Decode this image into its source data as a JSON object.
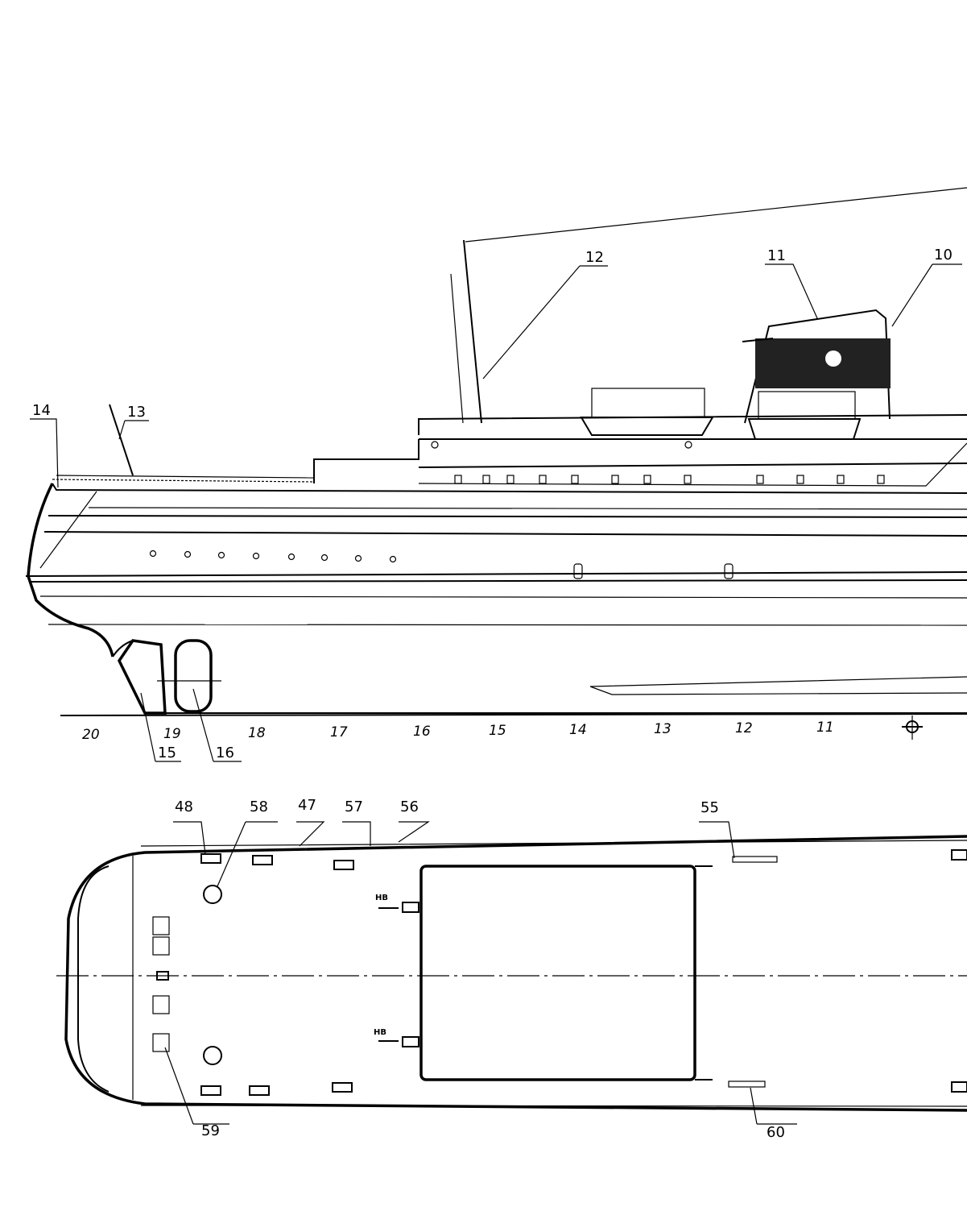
{
  "profile_callouts": [
    "14",
    "13",
    "12",
    "11",
    "10",
    "15",
    "16"
  ],
  "stations": [
    "20",
    "19",
    "18",
    "17",
    "16",
    "15",
    "14",
    "13",
    "12",
    "11"
  ],
  "plan_callouts": [
    "48",
    "58",
    "47",
    "57",
    "56",
    "55",
    "59",
    "60"
  ],
  "plan_marks": [
    "НВ",
    "НВ"
  ]
}
